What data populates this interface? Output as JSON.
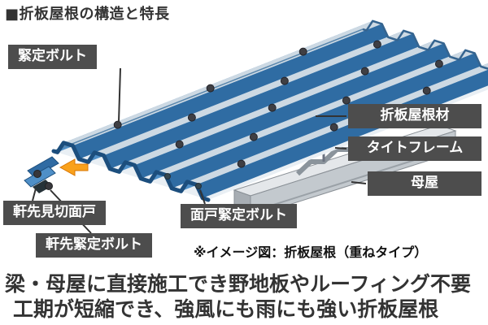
{
  "title": "■折板屋根の構造と特長",
  "diagram": {
    "labels": {
      "kintei_bolt": "緊定ボルト",
      "roof_material": "折板屋根材",
      "tight_frame": "タイトフレーム",
      "purlin": "母屋",
      "eave_closure": "軒先見切面戸",
      "closure_bolt": "面戸緊定ボルト",
      "eave_bolt": "軒先緊定ボルト"
    },
    "note": "※イメージ図：折板屋根（重ねタイプ）"
  },
  "description": {
    "line1": "梁・母屋に直接施工でき野地板やルーフィング不要",
    "line2": "工期が短縮でき、強風にも雨にも強い折板屋根"
  },
  "colors": {
    "label_bg": "#4d4d4d",
    "label_text": "#ffffff",
    "roof_slope_light": "#4f8fc7",
    "roof_slope_dark": "#2f6ca3",
    "roof_top": "#cdd9e3",
    "roof_valley": "#e9eff4",
    "edge_navy": "#1c4e7d",
    "purlin_gray": "#c3c9ce",
    "bolt_gray": "#3f3f44",
    "arrow_orange": "#f9a11b",
    "text_dark": "#333333"
  }
}
